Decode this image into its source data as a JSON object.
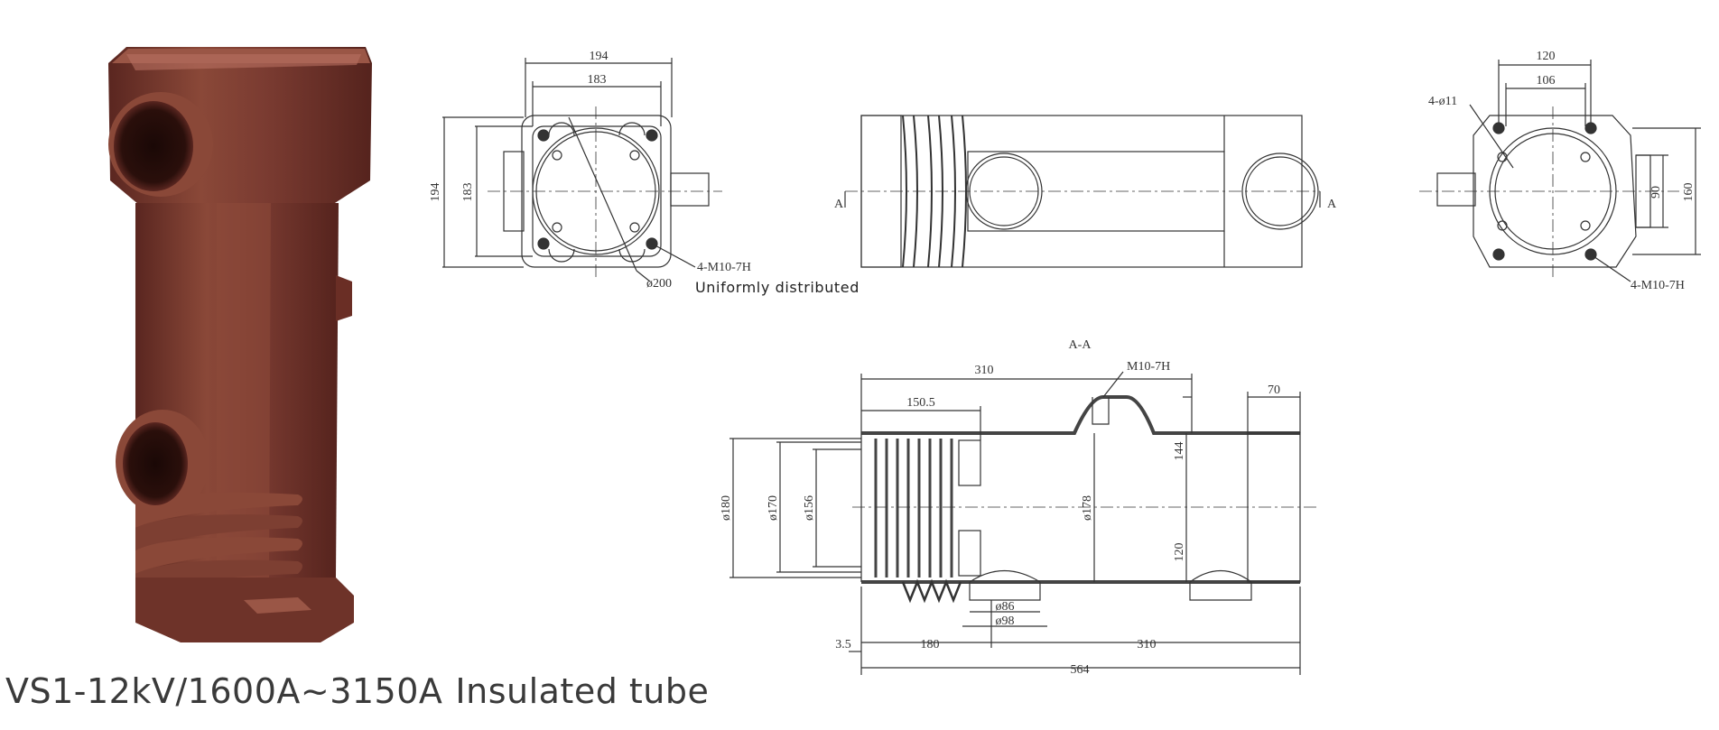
{
  "caption": {
    "model": "VS1-12kV/1600A~3150A",
    "name": "Insulated tube"
  },
  "colors": {
    "resin": "#7a3b31",
    "resin_dark": "#5a2620",
    "resin_light": "#9a5646",
    "line": "#333333"
  },
  "views": {
    "end_view_left": {
      "dims": {
        "outer_width": "194",
        "bolt_spacing": "183",
        "outer_height": "194",
        "bolt_height": "183",
        "circle_dia": "ø200",
        "threads": "4-M10-7H"
      },
      "note": "Uniformly distributed"
    },
    "end_view_right": {
      "dims": {
        "outer_width": "120",
        "bolt_spacing": "106",
        "holes": "4-ø11",
        "inner_height": "90",
        "outer_height": "160",
        "threads": "4-M10-7H"
      }
    },
    "side_view": {
      "section_marker_left": "A",
      "section_marker_right": "A"
    },
    "section_aa": {
      "title": "A-A",
      "dims": {
        "thread_top": "M10-7H",
        "top_length": "310",
        "rib_length": "150.5",
        "end_length": "70",
        "dia_180": "ø180",
        "dia_170": "ø170",
        "dia_156": "ø156",
        "dia_178": "ø178",
        "height_144": "144",
        "height_120": "120",
        "dia_86": "ø86",
        "dia_98": "ø98",
        "offset": "3.5",
        "bottom_180": "180",
        "bottom_310": "310",
        "total": "564"
      }
    }
  }
}
